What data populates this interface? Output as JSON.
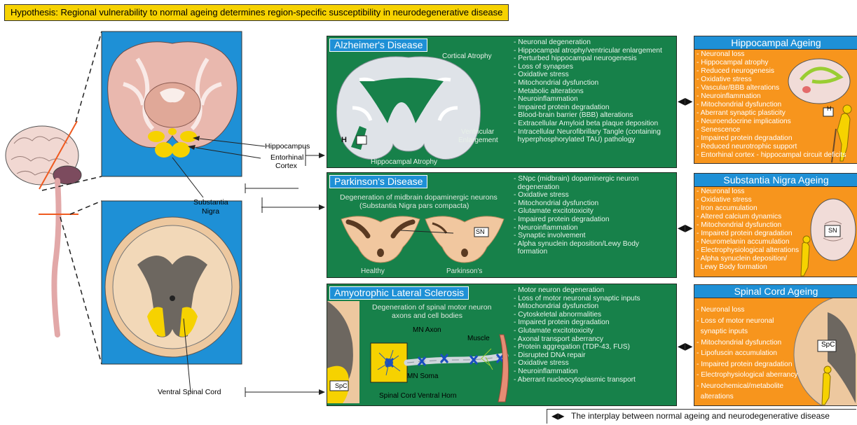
{
  "hypothesis": "Hypothesis: Regional vulnerability to normal ageing determines region-specific susceptibility in neurodegenerative disease",
  "labels": {
    "hippocampus": "Hippocampus",
    "entorhinal_1": "Entorhinal",
    "entorhinal_2": "Cortex",
    "substantia_1": "Substantia",
    "substantia_2": "Nigra",
    "ventral_spinal_cord": "Ventral Spinal Cord"
  },
  "alzheimers": {
    "title": "Alzheimer's Disease",
    "cortical_atrophy": "Cortical Atrophy",
    "ventricular_1": "Ventricular",
    "ventricular_2": "Enlargement",
    "hippocampal_atrophy": "Hippocampal Atrophy",
    "h_tag": "H",
    "items": [
      "- Neuronal degeneration",
      "- Hippocampal atrophy/ventricular enlargement",
      "- Perturbed hippocampal neurogenesis",
      "- Loss of synapses",
      "- Oxidative stress",
      "- Mitochondrial dysfunction",
      "- Metabolic alterations",
      "- Neuroinflammation",
      "- Impaired protein degradation",
      "- Blood-brain barrier (BBB) alterations",
      "- Extracellular Amyloid beta plaque deposition",
      "- Intracellular Neurofibrillary Tangle (containing",
      "  hyperphosphorylated TAU) pathology"
    ]
  },
  "parkinsons": {
    "title": "Parkinson's Disease",
    "caption_1": "Degeneration of midbrain dopaminergic neurons",
    "caption_2": "(Substantia Nigra pars compacta)",
    "healthy": "Healthy",
    "parkinsons": "Parkinson's",
    "sn_tag": "SN",
    "items": [
      "- SNpc (midbrain) dopaminergic neuron",
      "  degeneration",
      "- Oxidative stress",
      "- Mitochondrial dysfunction",
      "- Glutamate excitotoxicity",
      "- Impaired protein degradation",
      "- Neuroinflammation",
      "- Synaptic involvement",
      "- Alpha synuclein deposition/Lewy Body",
      "  formation"
    ]
  },
  "als": {
    "title": "Amyotrophic Lateral Sclerosis",
    "caption_1": "Degeneration of spinal motor neuron",
    "caption_2": "axons and cell bodies",
    "mn_axon": "MN Axon",
    "muscle": "Muscle",
    "mn_soma": "MN Soma",
    "spc_tag": "SpC",
    "ventral_horn": "Spinal Cord Ventral Horn",
    "items": [
      "- Motor neuron degeneration",
      "- Loss of motor neuronal synaptic inputs",
      "- Mitochondrial dysfunction",
      "- Cytoskeletal abnormalities",
      "- Impaired protein degradation",
      "- Glutamate excitotoxicity",
      "- Axonal transport aberrancy",
      "- Protein aggregation (TDP-43, FUS)",
      "- Disrupted DNA repair",
      "- Oxidative stress",
      "- Neuroinflammation",
      "- Aberrant nucleocytoplasmic transport"
    ]
  },
  "hippocampal_ageing": {
    "title": "Hippocampal Ageing",
    "h_tag": "H",
    "items": [
      "- Neuronal loss",
      "- Hippocampal atrophy",
      "- Reduced neurogenesis",
      "- Oxidative stress",
      "- Vascular/BBB alterations",
      "- Neuroinflammation",
      "- Mitochondrial dysfunction",
      "- Aberrant synaptic plasticity",
      "- Neuroendocrine implications",
      "- Senescence",
      "- Impaired protein degradation",
      "- Reduced neurotrophic support",
      "- Entorhinal cortex - hippocampal circuit deficits"
    ]
  },
  "sn_ageing": {
    "title": "Substantia Nigra Ageing",
    "sn_tag": "SN",
    "items": [
      "- Neuronal loss",
      "- Oxidative stress",
      "- Iron accumulation",
      "- Altered calcium dynamics",
      "- Mitochondrial dysfunction",
      "- Impaired protein degradation",
      "- Neuromelanin accumulation",
      "- Electrophysiological alterations",
      "- Alpha synuclein deposition/",
      "  Lewy Body formation"
    ]
  },
  "spinal_ageing": {
    "title": "Spinal Cord Ageing",
    "spc_tag": "SpC",
    "items": [
      "- Neuronal loss",
      "- Loss of motor neuronal",
      "  synaptic inputs",
      "- Mitochondrial dysfunction",
      "- Lipofuscin accumulation",
      "- Impaired protein degradation",
      "- Electrophysiological aberrancy",
      "- Neurochemical/metabolite",
      "  alterations"
    ]
  },
  "legend": {
    "symbol": "◀▶",
    "text": "The interplay between normal ageing and neurodegenerative disease"
  },
  "colors": {
    "disease_panel": "#17814a",
    "ageing_panel": "#f7951d",
    "title_blue": "#1e90d6",
    "hypothesis_yellow": "#f6d200"
  }
}
